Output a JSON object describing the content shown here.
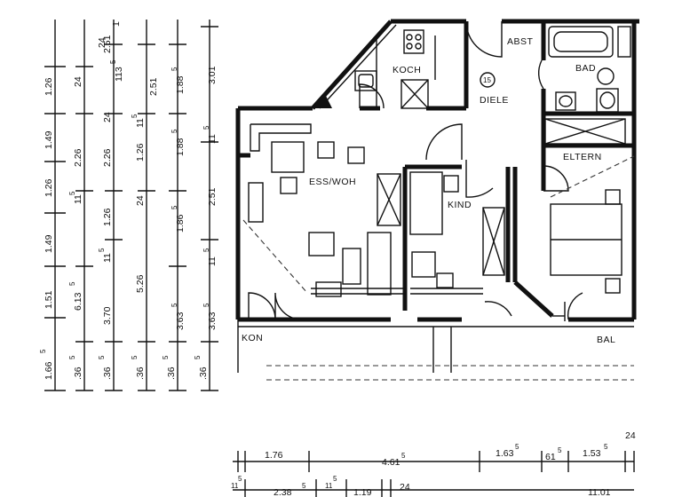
{
  "rooms": {
    "koch": "KOCH",
    "abst": "ABST",
    "bad": "BAD",
    "diele": "DIELE",
    "ess_woh": "ESS/WOH",
    "kind": "KIND",
    "eltern": "ELTERN",
    "balkon_left": "KON",
    "balkon_right": "BAL",
    "marker": "15"
  },
  "dims_left": {
    "c1": [
      "1.26",
      "1.49",
      "1.26",
      "1.49",
      "1.51",
      "1.66",
      "5"
    ],
    "c2": [
      "24",
      "2.26",
      "11",
      "5",
      "6.13",
      "5",
      ".36",
      "5"
    ],
    "c3": [
      "2.51",
      "24",
      "2.26",
      "1.26",
      "11",
      "5",
      "3.70",
      ".36",
      "5"
    ],
    "c4": [
      "113",
      "5",
      "11",
      "5",
      "1.26",
      "24",
      "5.26",
      ".36",
      "5"
    ],
    "c5": [
      "2.51",
      "1.88",
      "5",
      "1.88",
      "5",
      "1.86",
      "5",
      "3.63",
      "5",
      ".36",
      "5"
    ],
    "c6": [
      "3.01",
      "11",
      "5",
      "2.51",
      "11",
      "5",
      "3.63",
      "5",
      ".36",
      "5"
    ],
    "top": [
      "24",
      "1"
    ]
  },
  "dims_bottom": {
    "row1": [
      "1.76",
      "4.61",
      "5",
      "1.63",
      "5",
      "61",
      "5",
      "1.53",
      "5",
      "24"
    ],
    "row2": [
      "11",
      "5",
      "2.38",
      "5",
      "11",
      "5",
      "1.19",
      "24",
      "11.01"
    ]
  }
}
